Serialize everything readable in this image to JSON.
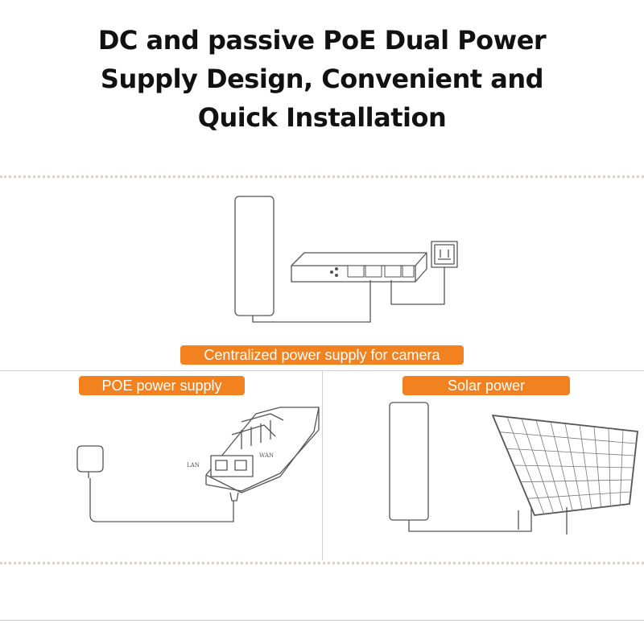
{
  "title_lines": [
    "DC and passive PoE Dual Power",
    "Supply Design, Convenient and",
    "Quick Installation"
  ],
  "labels": {
    "centralized": "Centralized power supply for camera",
    "poe": "POE power supply",
    "solar": "Solar power"
  },
  "port_labels": {
    "lan": "LAN",
    "wan": "WAN"
  },
  "colors": {
    "accent": "#f2811f",
    "line": "#555555",
    "divider": "#cfcfcf"
  }
}
